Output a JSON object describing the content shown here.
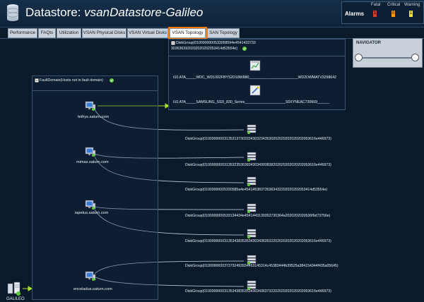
{
  "header": {
    "title_prefix": "Datastore:",
    "datastore_name": "vsanDatastore-Galileo",
    "alarms": {
      "label": "Alarms",
      "fatal_label": "Fatal",
      "critical_label": "Critical",
      "warning_label": "Warning",
      "fatal_count": "1",
      "critical_count": "0",
      "warning_count": "1",
      "fatal_color": "#e03a2f",
      "critical_color": "#f0a020",
      "warning_color": "#f2e14a"
    }
  },
  "tabs": [
    {
      "label": "Performance"
    },
    {
      "label": "FAQts"
    },
    {
      "label": "Utilization"
    },
    {
      "label": "VSAN Physical Disks"
    },
    {
      "label": "VSAN Virtual Disks"
    },
    {
      "label": "VSAN Topology"
    },
    {
      "label": "SAN Topology"
    }
  ],
  "active_tab": "VSAN Topology",
  "navigator": {
    "title": "NAVIGATOR"
  },
  "topology": {
    "expanded_group": {
      "name_line1": "DiskGroup(0100000000533058594e4541433733",
      "name_line2": "3036363920202020202053414d53554e)",
      "disk1": "t10.ATA_____WDC_WD1002FBYS2D18W880________________________WD2DWMATV3298642",
      "disk2": "t10.ATA_____SAMSUNG_SSD_830_Series____________________S0XYNEAC730669______"
    },
    "fault_domain": "FaultDomain(Hosts not in fault domain)",
    "hosts": [
      {
        "name": "tethys.saturn.com"
      },
      {
        "name": "mimas.saturn.com"
      },
      {
        "name": "iapetus.saturn.com"
      },
      {
        "name": "enceladus.saturn.com"
      }
    ],
    "disk_groups": [
      "DiskGroup(0100000000313531373033343032343530202020202020202053616e446973)",
      "DiskGroup(0100000000313532353638343034393838202020202020202053616e446973)",
      "DiskGroup(01000000005330585a4e454145383735363432202020202053414d53554e)",
      "DiskGroup(0100000000533134434e4541443139353730364a2020202020536f6d73756e)",
      "DiskGroup(0100000000313534383535343034363532202020202020202053616e446973)",
      "DiskGroup(0100000000373732493934453145314c45383444b39525a384154344f435a05645)",
      "DiskGroup(0100000000313534383535343034363732202020202020202053616e446973)"
    ],
    "cluster": {
      "name": "GALILEO"
    }
  }
}
